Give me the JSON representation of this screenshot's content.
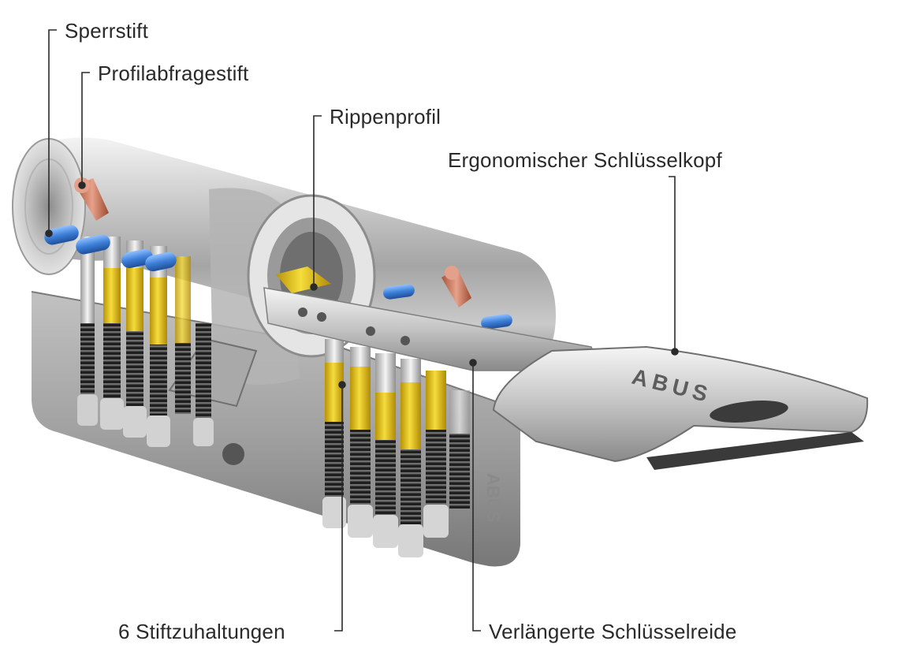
{
  "labels": {
    "sperrstift": "Sperrstift",
    "profilabfragestift": "Profilabfragestift",
    "rippenprofil": "Rippenprofil",
    "schluesselkopf": "Ergonomischer Schlüsselkopf",
    "stiftzuhaltungen": "6 Stiftzuhaltungen",
    "schluesselreide": "Verlängerte Schlüsselreide"
  },
  "brand": {
    "key_text": "ABUS",
    "body_stamp": "ABUS"
  },
  "colors": {
    "metal_light": "#d9d9d9",
    "metal_dark": "#6e6e6e",
    "pin_brass": "#e8c414",
    "pin_blue": "#3d7fd9",
    "pin_copper": "#c8704e",
    "spring": "#2e2e2e",
    "leader_line": "#2a2a2a"
  }
}
